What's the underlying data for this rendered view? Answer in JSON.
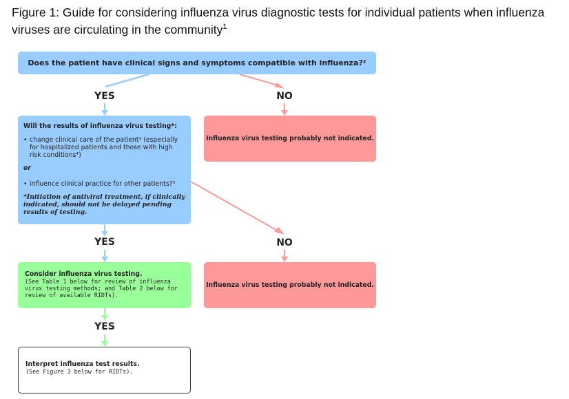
{
  "title": {
    "text": "Figure 1: Guide for considering influenza virus diagnostic tests for individual patients when influenza viruses are circulating in the community",
    "superscript": "1"
  },
  "question_box": {
    "text": "Does the patient have clinical signs and symptoms compatible with influenza?²"
  },
  "results_box": {
    "heading": "Will the results of influenza virus testing*:",
    "bullet_1": "change clinical care of the patient³ (especially for hospitalized patients and those with high risk conditions⁴)",
    "or_label": "or",
    "bullet_2": "influence clinical practice for other patients?⁵",
    "note": "*Initiation of antiviral treatment, if clinically indicated, should not be delayed pending results of testing."
  },
  "no_box_1": {
    "text": "Influenza virus testing probably not indicated."
  },
  "no_box_2": {
    "text": "Influenza virus testing probably not indicated."
  },
  "consider_box": {
    "heading": "Consider influenza virus testing.",
    "detail": "(See Table 1 below for review of influenza virus testing methods; and Table 2 below for review of available RIDTs)."
  },
  "interpret_box": {
    "heading": "Interpret influenza test results.",
    "detail": "(See Figure 3 below for RIDTs)."
  },
  "labels": {
    "yes_1": "YES",
    "no_1": "NO",
    "yes_2": "YES",
    "no_2": "NO",
    "yes_3": "YES"
  },
  "colors": {
    "question_blue": "#99ccff",
    "no_red": "#ff9999",
    "consider_green": "#99ff99",
    "arrow_blue": "#99ccff",
    "arrow_red": "#ff9999",
    "arrow_green": "#99ff99"
  }
}
